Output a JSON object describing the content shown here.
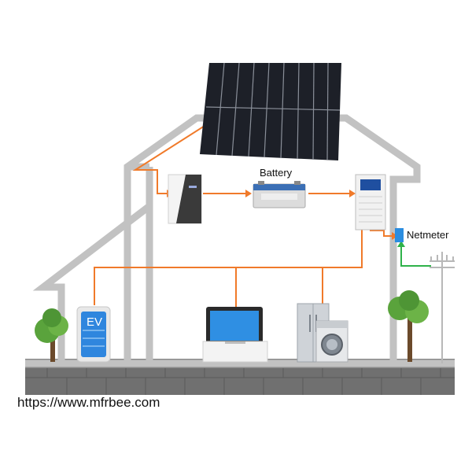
{
  "labels": {
    "battery": "Battery",
    "netmeter": "Netmeter",
    "ev": "EV"
  },
  "watermark": "https://www.mfrbee.com",
  "colors": {
    "house_wall": "#bfbfbf",
    "power_line": "#f07a2a",
    "grid_line": "#2fb24a",
    "netmeter_box": "#2b8de0",
    "ground_wall": "#6f6f6f",
    "solar_panel": "#1a1d24"
  },
  "icons": [
    "solar-panel-icon",
    "inverter-icon",
    "battery-icon",
    "charge-controller-icon",
    "netmeter-icon",
    "utility-pole-icon",
    "ev-charger-icon",
    "laptop-icon",
    "fridge-icon",
    "washing-machine-icon",
    "tree-icon"
  ]
}
